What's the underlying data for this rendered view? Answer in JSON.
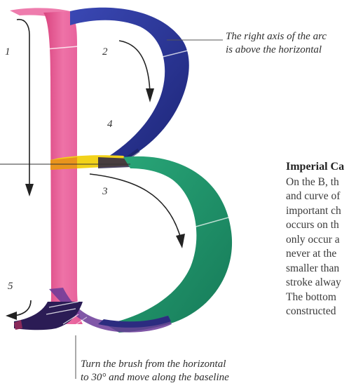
{
  "annotations": {
    "arc_note": [
      "The right axis of the arc",
      "is above the horizontal"
    ],
    "brush_note": [
      "Turn the brush from the horizontal",
      "to 30° and move along the baseline"
    ]
  },
  "steps": [
    "1",
    "2",
    "3",
    "4",
    "5"
  ],
  "body": {
    "heading": "Imperial Ca",
    "lines": [
      "On the B, th",
      "and curve of",
      "important ch",
      "occurs on th",
      "only occur a",
      "never at the",
      "smaller than",
      "stroke alway",
      "The bottom",
      "constructed"
    ]
  },
  "colors": {
    "stem": "#e9609a",
    "upper_bowl": "#2a3398",
    "lower_bowl": "#1f9a6c",
    "junction": "#f2d21a",
    "serif_dark": "#2b1c55",
    "arrow": "#222222"
  }
}
